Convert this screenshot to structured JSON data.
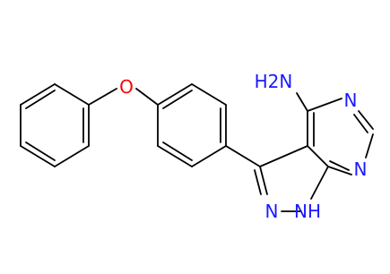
{
  "molecule": {
    "atom_labels": {
      "amine": "H2N",
      "n_ring_upper": "N",
      "n_ring_lower": "N",
      "n_pyrazole": "N",
      "nh_pyrazole": "NH",
      "oxygen": "O"
    },
    "colors": {
      "bond": "#000000",
      "nitrogen": "#1a1aff",
      "oxygen": "#ff0000"
    }
  }
}
